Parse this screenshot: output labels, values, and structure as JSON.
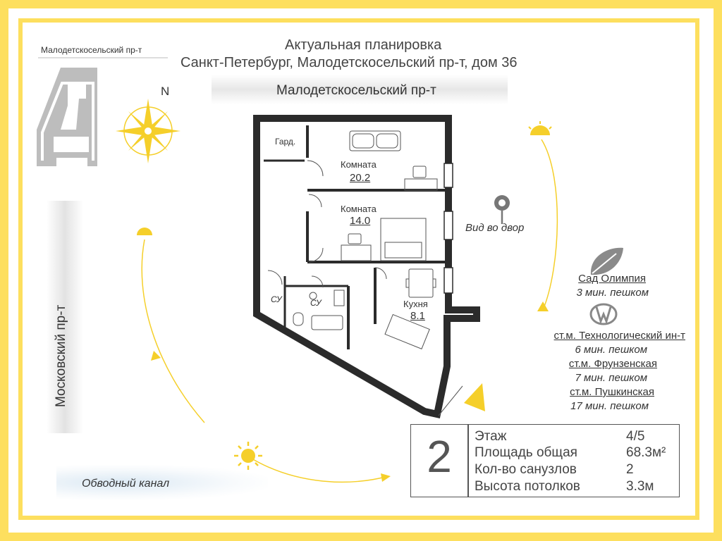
{
  "header": {
    "title_line1": "Актуальная планировка",
    "title_line2": "Санкт-Петербург, Малодетскосельский пр-т, дом 36"
  },
  "roads": {
    "top": "Малодетскосельский пр-т",
    "left": "Московский пр-т",
    "canal": "Обводный канал"
  },
  "mini_map": {
    "street_label": "Малодетскосельский пр-т",
    "compass_label": "N"
  },
  "rooms": {
    "wardrobe": "Гард.",
    "room1_name": "Комната",
    "room1_area": "20.2",
    "room2_name": "Комната",
    "room2_area": "14.0",
    "bath1": "СУ",
    "bath2": "СУ",
    "kitchen_name": "Кухня",
    "kitchen_area": "8.1"
  },
  "view": {
    "label": "Вид во двор"
  },
  "poi": [
    {
      "name": "Сад Олимпия",
      "time": "3 мин. пешком"
    },
    {
      "name": "ст.м. Технологический ин-т",
      "time": "6 мин. пешком"
    },
    {
      "name": "ст.м. Фрунзенская",
      "time": "7 мин. пешком"
    },
    {
      "name": "ст.м. Пушкинская",
      "time": "17 мин. пешком"
    }
  ],
  "info": {
    "rooms_count": "2",
    "rows": [
      {
        "label": "Этаж",
        "value": "4/5"
      },
      {
        "label": "Площадь общая",
        "value": "68.3м²"
      },
      {
        "label": "Кол-во санузлов",
        "value": "2"
      },
      {
        "label": "Высота потолков",
        "value": "3.3м"
      }
    ]
  },
  "colors": {
    "frame": "#FDDF5E",
    "sun": "#F5CF2A",
    "walls": "#2b2b2b",
    "icon_gray": "#777777"
  },
  "icons": [
    "compass-icon",
    "sun-icon",
    "location-pin-icon",
    "leaf-icon",
    "metro-icon",
    "direction-arrow-icon"
  ]
}
